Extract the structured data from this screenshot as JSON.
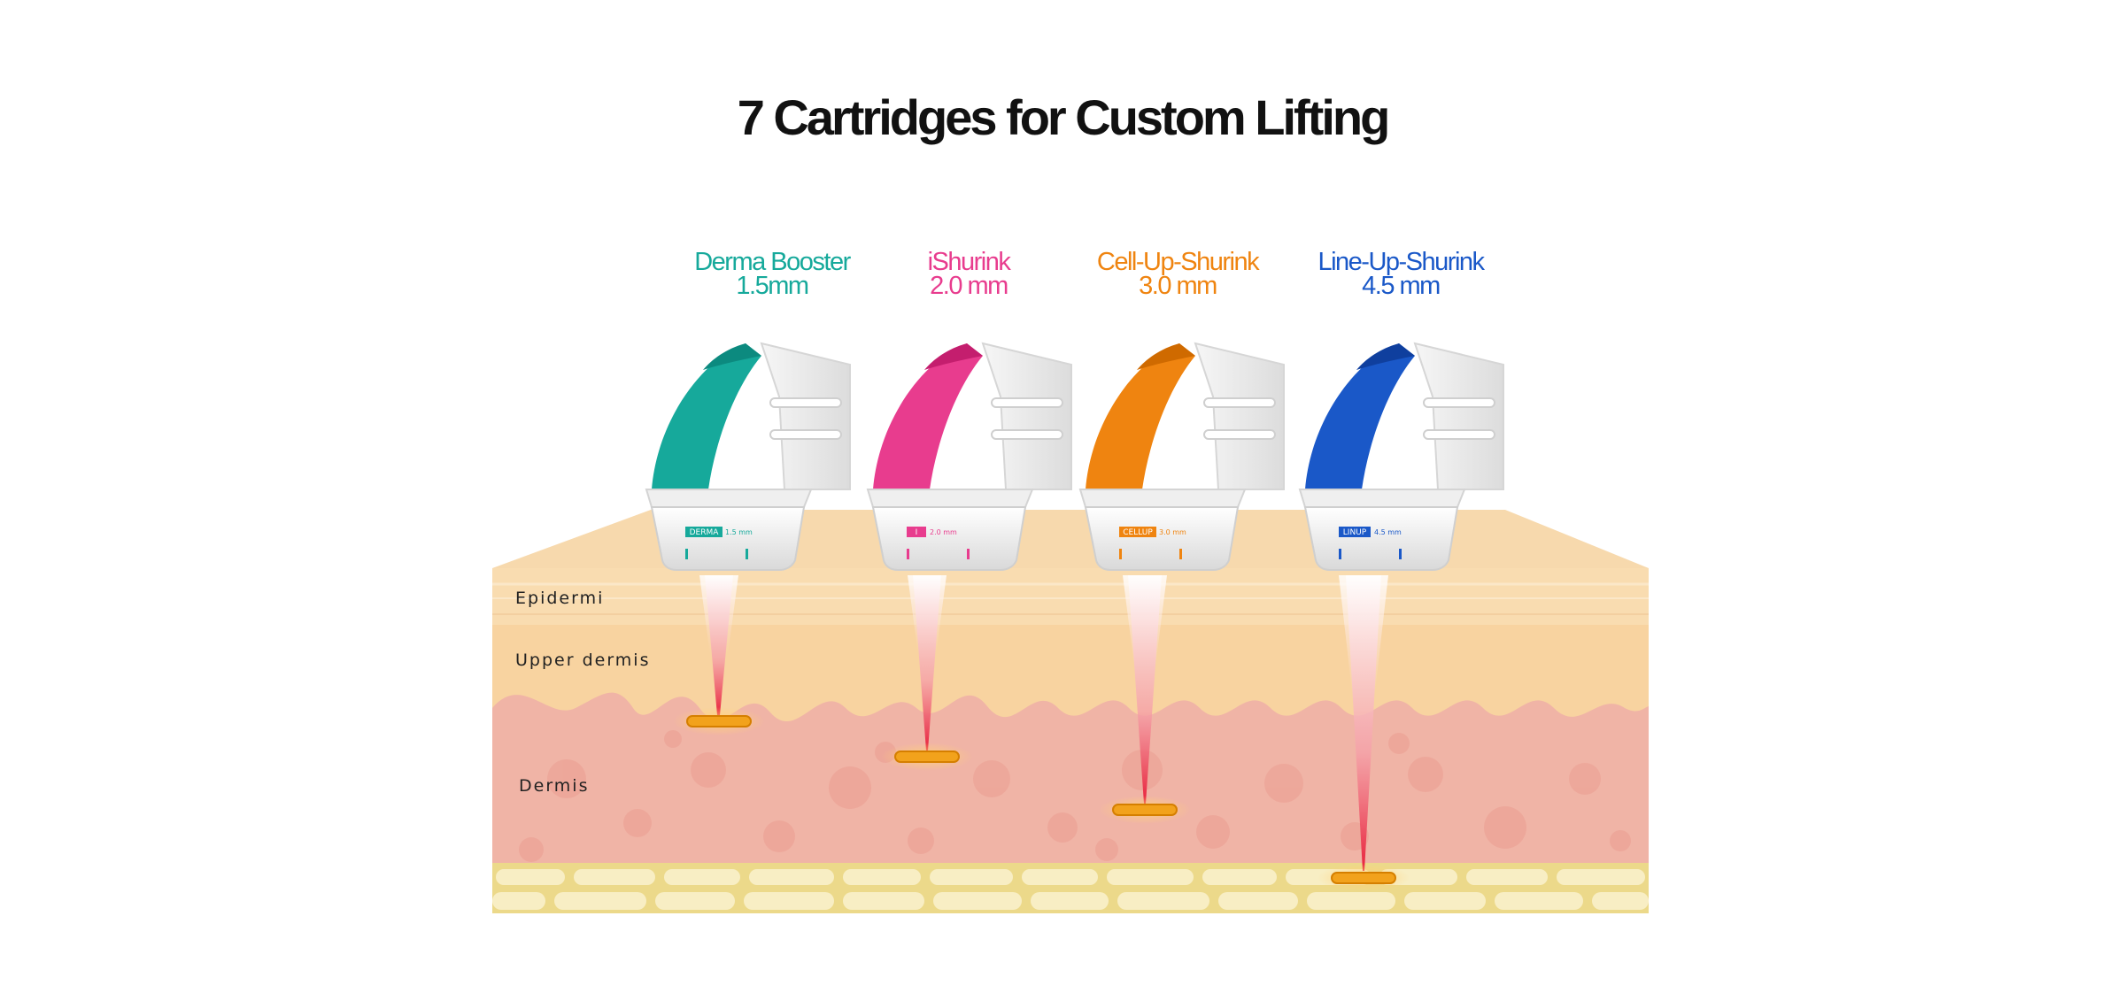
{
  "title": "7 Cartridges for Custom Lifting",
  "layers": {
    "epidermis": "Epidermi",
    "upper_dermis": "Upper dermis",
    "dermis": "Dermis"
  },
  "cartridges": [
    {
      "name": "Derma Booster",
      "depth": "1.5mm",
      "badge": "DERMA",
      "badge_depth": "1.5 mm",
      "color": "#16a99b",
      "dark": "#0c8a7f"
    },
    {
      "name": "iShurink",
      "depth": "2.0 mm",
      "badge": "I",
      "badge_depth": "2.0 mm",
      "color": "#e83c8e",
      "dark": "#c41e6e"
    },
    {
      "name": "Cell-Up-Shurink",
      "depth": "3.0 mm",
      "badge": "CELLUP",
      "badge_depth": "3.0 mm",
      "color": "#ef8410",
      "dark": "#cf6a00"
    },
    {
      "name": "Line-Up-Shurink",
      "depth": "4.5 mm",
      "badge": "LINUP",
      "badge_depth": "4.5 mm",
      "color": "#1a58c8",
      "dark": "#0f3f9e"
    }
  ],
  "colors": {
    "skin_top": "#f7d9ad",
    "epidermis": "#f9dcb0",
    "upper_dermis": "#f8d3a0",
    "dermis": "#f0b4a6",
    "fat": "#f3e3a0",
    "focal": "#f2a21c"
  }
}
